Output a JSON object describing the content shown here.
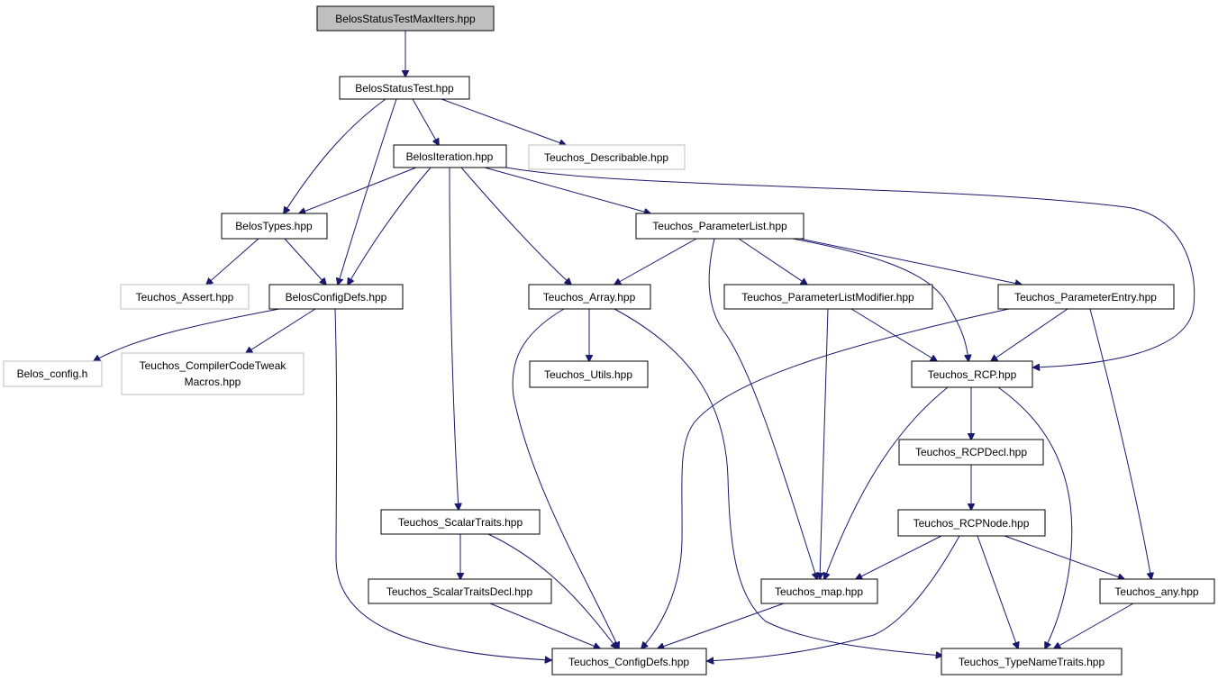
{
  "diagram": {
    "nodes": {
      "root": "BelosStatusTestMaxIters.hpp",
      "status_test": "BelosStatusTest.hpp",
      "describable": "Teuchos_Describable.hpp",
      "iteration": "BelosIteration.hpp",
      "types": "BelosTypes.hpp",
      "parameter_list": "Teuchos_ParameterList.hpp",
      "assert": "Teuchos_Assert.hpp",
      "config_defs_belos": "BelosConfigDefs.hpp",
      "array": "Teuchos_Array.hpp",
      "parameter_list_modifier": "Teuchos_ParameterListModifier.hpp",
      "parameter_entry": "Teuchos_ParameterEntry.hpp",
      "belos_config": "Belos_config.h",
      "compiler_code_tweak_line1": "Teuchos_CompilerCodeTweak",
      "compiler_code_tweak_line2": "Macros.hpp",
      "utils": "Teuchos_Utils.hpp",
      "rcp": "Teuchos_RCP.hpp",
      "rcp_decl": "Teuchos_RCPDecl.hpp",
      "scalar_traits": "Teuchos_ScalarTraits.hpp",
      "rcp_node": "Teuchos_RCPNode.hpp",
      "scalar_traits_decl": "Teuchos_ScalarTraitsDecl.hpp",
      "map": "Teuchos_map.hpp",
      "any": "Teuchos_any.hpp",
      "config_defs": "Teuchos_ConfigDefs.hpp",
      "type_name_traits": "Teuchos_TypeNameTraits.hpp"
    },
    "edges": [
      [
        "root",
        "status_test"
      ],
      [
        "status_test",
        "types"
      ],
      [
        "status_test",
        "config_defs_belos"
      ],
      [
        "status_test",
        "iteration"
      ],
      [
        "status_test",
        "describable"
      ],
      [
        "iteration",
        "types"
      ],
      [
        "iteration",
        "config_defs_belos"
      ],
      [
        "iteration",
        "scalar_traits"
      ],
      [
        "iteration",
        "array"
      ],
      [
        "iteration",
        "parameter_list"
      ],
      [
        "iteration",
        "rcp"
      ],
      [
        "types",
        "assert"
      ],
      [
        "types",
        "config_defs_belos"
      ],
      [
        "config_defs_belos",
        "belos_config"
      ],
      [
        "config_defs_belos",
        "compiler_code_tweak"
      ],
      [
        "config_defs_belos",
        "config_defs"
      ],
      [
        "parameter_list",
        "array"
      ],
      [
        "parameter_list",
        "map"
      ],
      [
        "parameter_list",
        "parameter_list_modifier"
      ],
      [
        "parameter_list",
        "rcp"
      ],
      [
        "parameter_list",
        "parameter_entry"
      ],
      [
        "array",
        "utils"
      ],
      [
        "array",
        "config_defs"
      ],
      [
        "array",
        "type_name_traits"
      ],
      [
        "parameter_list_modifier",
        "map"
      ],
      [
        "parameter_list_modifier",
        "rcp"
      ],
      [
        "parameter_entry",
        "config_defs"
      ],
      [
        "parameter_entry",
        "rcp"
      ],
      [
        "parameter_entry",
        "any"
      ],
      [
        "rcp",
        "rcp_decl"
      ],
      [
        "rcp",
        "map"
      ],
      [
        "rcp",
        "type_name_traits"
      ],
      [
        "rcp_decl",
        "rcp_node"
      ],
      [
        "rcp_node",
        "map"
      ],
      [
        "rcp_node",
        "config_defs"
      ],
      [
        "rcp_node",
        "type_name_traits"
      ],
      [
        "rcp_node",
        "any"
      ],
      [
        "scalar_traits",
        "scalar_traits_decl"
      ],
      [
        "scalar_traits",
        "config_defs"
      ],
      [
        "scalar_traits_decl",
        "config_defs"
      ],
      [
        "map",
        "config_defs"
      ],
      [
        "any",
        "type_name_traits"
      ]
    ]
  },
  "colors": {
    "edge": "#191970",
    "root_fill": "#bfbfbf",
    "external_border": "#bfbfbf",
    "node_border": "#000000"
  }
}
